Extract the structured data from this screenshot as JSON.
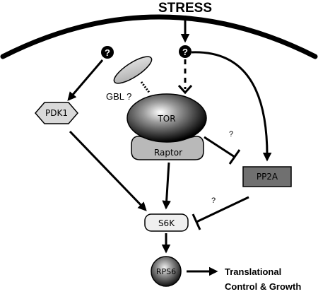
{
  "diagram": {
    "stress_label": "STRESS",
    "unknown_marker": "?",
    "gbl_label": "GBL ?",
    "tor_label": "TOR",
    "raptor_label": "Raptor",
    "pdk1_label": "PDK1",
    "pp2a_label": "PP2A",
    "s6k_label": "S6K",
    "rps6_label": "RPS6",
    "tor_to_pp2a_label": "?",
    "pp2a_to_s6k_label": "?",
    "output_line1": "Translational",
    "output_line2": "Control & Growth"
  },
  "colors": {
    "stroke": "#000000",
    "pdk1_fill": "#d9d9d9",
    "pp2a_fill": "#707070",
    "raptor_fill": "#b9b9b9",
    "s6k_fill": "#efefef",
    "gbl_fill": "#c8c8c8"
  }
}
